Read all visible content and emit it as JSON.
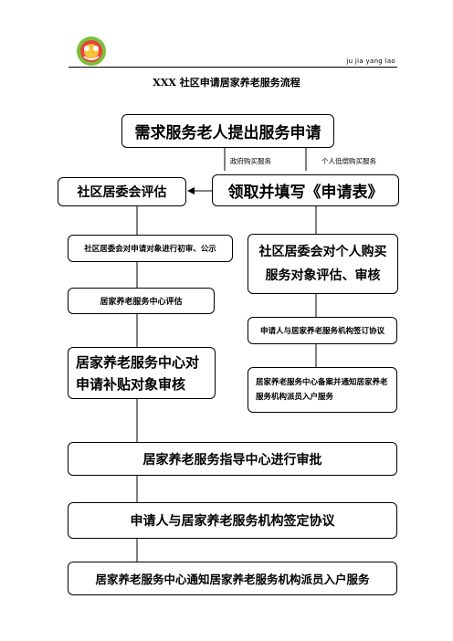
{
  "header": {
    "logo": "ju-jia-yang-lao-logo",
    "running_text": "ju jia yang lao"
  },
  "title": "XXX 社区申请居家养老服务流程",
  "edges": {
    "gov_purchase": "政府购买服务",
    "self_purchase": "个人低偿购买服务"
  },
  "nodes": {
    "request": "需求服务老人提出服务申请",
    "fill_form": "领取并填写《申请表》",
    "committee_eval": "社区居委会评估",
    "preliminary": "社区居委会对申请对象进行初审、公示",
    "center_eval": "居家养老服务中心评估",
    "subsidy_review": "居家养老服务中心对申请补贴对象审核",
    "self_review": "社区居委会对个人购买服务对象评估、审核",
    "self_sign": "申请人与居家养老服务机构签订协议",
    "self_dispatch": "居家养老服务中心备案并通知居家养老服务机构派员入户服务",
    "approval": "居家养老服务指导中心进行审批",
    "sign_agreement": "申请人与居家养老服务机构签定协议",
    "dispatch": "居家养老服务中心通知居家养老服务机构派员入户服务"
  }
}
